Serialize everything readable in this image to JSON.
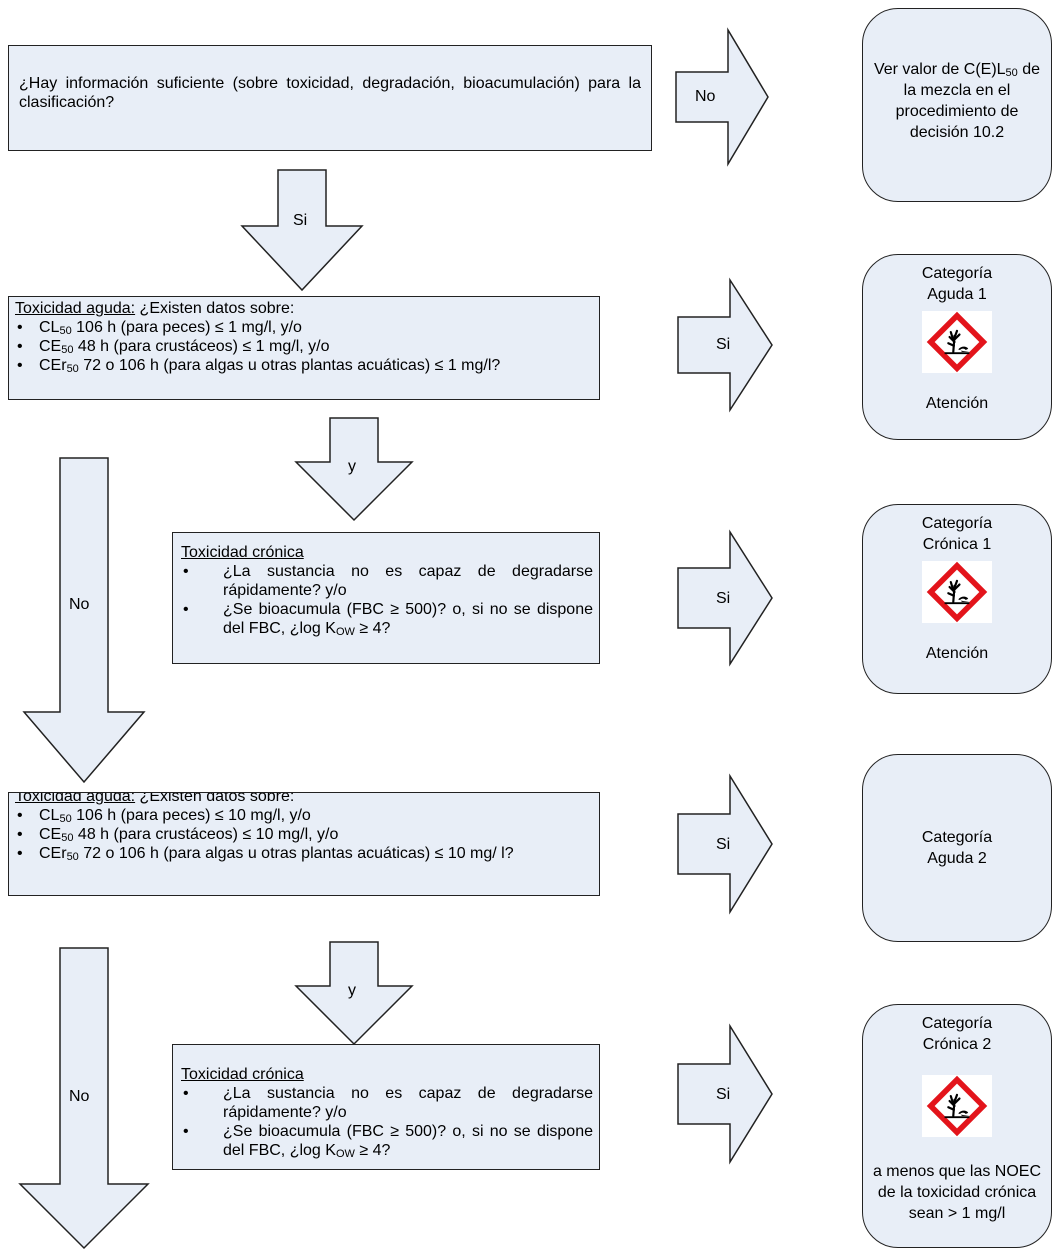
{
  "q1": {
    "text": "¿Hay información suficiente (sobre toxicidad, degradación, bioacumulación) para la clasificación?"
  },
  "arrows": {
    "no_label": "No",
    "si_label": "Si",
    "y_label": "y"
  },
  "acute1": {
    "heading": "Toxicidad aguda:",
    "question": " ¿Existen datos sobre:",
    "items": [
      {
        "pre": "CL",
        "sub": "50",
        "post": " 106 h (para peces) ≤ 1 mg/l, y/o"
      },
      {
        "pre": "CE",
        "sub": "50",
        "post": " 48 h (para crustáceos) ≤ 1 mg/l, y/o"
      },
      {
        "pre": "CEr",
        "sub": "50",
        "post": " 72 o 106 h (para algas u otras plantas acuáticas) ≤ 1 mg/l?"
      }
    ]
  },
  "chronic1": {
    "heading": "Toxicidad crónica",
    "item1": "¿La sustancia no es capaz de degradarse rápidamente? y/o",
    "item2_pre": "¿Se bioacumula (FBC ≥ 500)? o, si no se dispone del FBC, ¿log K",
    "item2_sub": "OW",
    "item2_post": " ≥ 4?"
  },
  "acute2": {
    "heading": "Toxicidad aguda:",
    "question": " ¿Existen datos sobre:",
    "items": [
      {
        "pre": "CL",
        "sub": "50",
        "post": " 106 h (para peces) ≤ 10 mg/l, y/o"
      },
      {
        "pre": "CE",
        "sub": "50",
        "post": " 48 h (para crustáceos) ≤ 10 mg/l, y/o"
      },
      {
        "pre": "CEr",
        "sub": "50",
        "post": " 72 o 106 h (para algas u otras plantas acuáticas) ≤ 10 mg/ l?"
      }
    ]
  },
  "chronic2": {
    "heading": "Toxicidad crónica",
    "item1": "¿La sustancia no es capaz de degradarse rápidamente? y/o",
    "item2_pre": "¿Se bioacumula (FBC ≥ 500)? o, si no se dispone del FBC, ¿log K",
    "item2_sub": "OW",
    "item2_post": " ≥ 4?"
  },
  "results": {
    "r1": {
      "pre": "Ver valor de C(E)L",
      "sub": "50",
      "post": " de la mezcla en el procedimiento de decisión 10.2"
    },
    "r2": {
      "line1": "Categoría",
      "line2": "Aguda 1",
      "footer": "Atención"
    },
    "r3": {
      "line1": "Categoría",
      "line2": "Crónica 1",
      "footer": "Atención"
    },
    "r4": {
      "line1": "Categoría",
      "line2": "Aguda 2"
    },
    "r5": {
      "line1": "Categoría",
      "line2": "Crónica 2",
      "footer": "a menos que las NOEC de la toxicidad crónica sean > 1 mg/l"
    }
  },
  "icons": {
    "pictogram": "ghs09-environment-icon"
  },
  "colors": {
    "box_fill": "#e8eef7",
    "border": "#222222",
    "pictogram_red": "#e3141b"
  }
}
